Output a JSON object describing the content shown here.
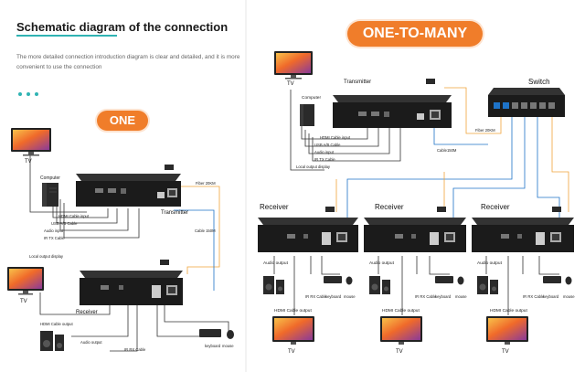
{
  "left": {
    "title": "Schematic diagram of the connection",
    "intro": "The more detailed connection introduction diagram is clear and detailed, and it is more convenient to use the connection",
    "badge": "ONE",
    "labels": {
      "tv_top": "TV",
      "computer": "Computer",
      "transmitter": "Transmitter",
      "fiber": "Fiber 20KM",
      "hdmi_input": "HDMI Cable input",
      "usb": "USB A/B Cable",
      "audio_input": "Audio input",
      "ir_tx": "IR TX Cable",
      "local_output": "Local output display",
      "cable": "Cable 150M",
      "tv_bottom": "TV",
      "receiver": "Receiver",
      "hdmi_output": "HDMI Cable output",
      "audio_output": "Audio output",
      "ir_rx": "IR RX Cable",
      "keyboard": "keyboard",
      "mouse": "mouse"
    }
  },
  "right": {
    "badge": "ONE-TO-MANY",
    "labels": {
      "tv_top": "TV",
      "transmitter": "Transmitter",
      "switch": "Switch",
      "computer": "Computer",
      "hdmi_input": "HDMI Cable input",
      "usb": "USB A/B Cable",
      "audio_input": "Audio input",
      "ir_tx": "IR TX Cable",
      "local_output": "Local output display",
      "fiber": "Fiber 20KM",
      "cable": "Cable150M",
      "receiver_1": "Receiver",
      "receiver_2": "Receiver",
      "receiver_3": "Receiver",
      "audio_output": "Audio output",
      "ir_rx": "IR RX Cable",
      "keyboard": "keyboard",
      "mouse": "mouse",
      "hdmi_output": "HDMI Cable output",
      "tv_1": "TV",
      "tv_2": "TV",
      "tv_3": "TV"
    }
  },
  "colors": {
    "accent_orange": "#f07d2a",
    "title_teal": "#2fb3b3",
    "device_black": "#1b1b1b"
  }
}
